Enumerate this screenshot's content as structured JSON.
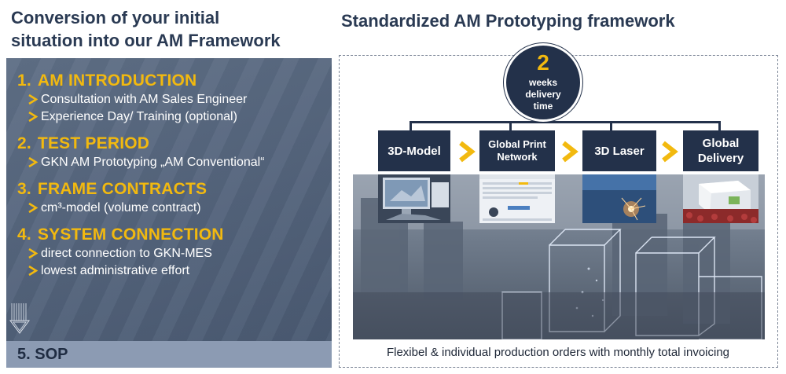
{
  "left": {
    "title_line1": "Conversion of your initial",
    "title_line2": "situation into our AM Framework",
    "steps": [
      {
        "num": "1.",
        "label": "AM INTRODUCTION",
        "bullets": [
          "Consultation with AM Sales Engineer",
          "Experience Day/ Training (optional)"
        ]
      },
      {
        "num": "2.",
        "label": "TEST PERIOD",
        "bullets": [
          "GKN AM Prototyping „AM Conventional“"
        ]
      },
      {
        "num": "3.",
        "label": "FRAME CONTRACTS",
        "bullets": [
          "cm³-model (volume contract)"
        ]
      },
      {
        "num": "4.",
        "label": "SYSTEM CONNECTION",
        "bullets": [
          "direct connection to GKN-MES",
          "lowest administrative effort"
        ]
      }
    ],
    "final_step": "5. SOP"
  },
  "right": {
    "title": "Standardized AM Prototyping framework",
    "delivery_number": "2",
    "delivery_line1": "weeks",
    "delivery_line2": "delivery",
    "delivery_line3": "time",
    "stages": [
      "3D-Model",
      "Global Print Network",
      "3D Laser",
      "Global Delivery"
    ],
    "caption": "Flexibel & individual production orders with monthly total invoicing"
  },
  "colors": {
    "accent": "#f2b90f",
    "navy": "#23314a",
    "panel": "#56667e",
    "sop_bar": "#8c9bb3"
  }
}
